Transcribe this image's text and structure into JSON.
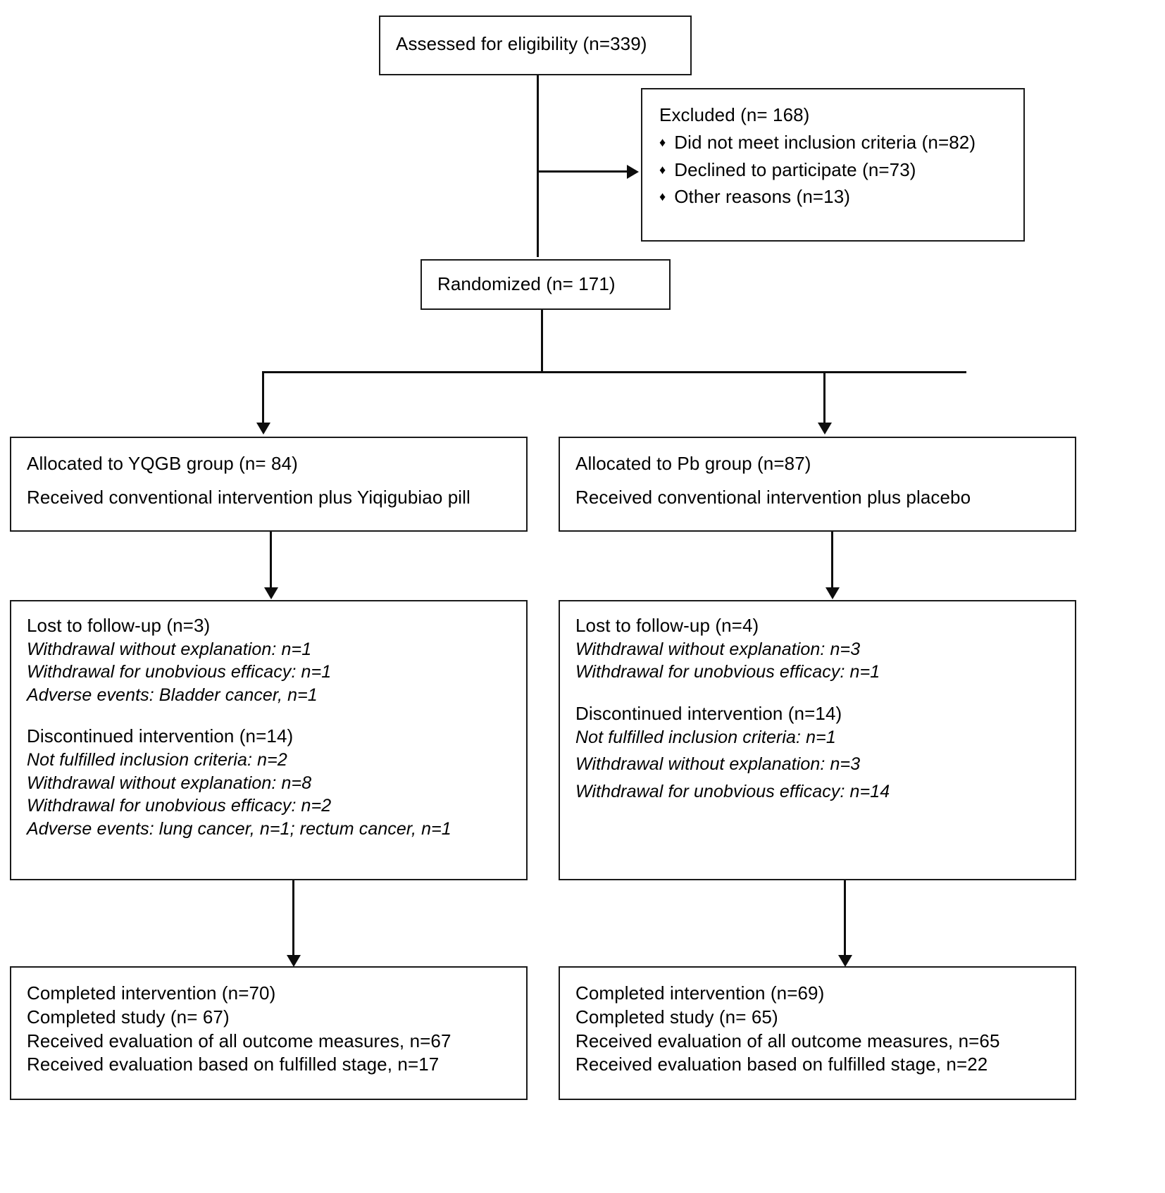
{
  "diagram": {
    "type": "consort-flow-diagram",
    "title": "CONSORT participant flow",
    "line_color": "#0d0d0d",
    "box_border_color": "#1a1a1a",
    "background": "#ffffff"
  },
  "enrollment": {
    "assessed": {
      "label": "Assessed for eligibility (n=339)",
      "n": 339
    },
    "excluded": {
      "heading": "Excluded  (n= 168)",
      "n": 168,
      "bullet_glyph": "♦",
      "reasons": [
        {
          "label": "Did not meet inclusion criteria (n=82)",
          "n": 82
        },
        {
          "label": "Declined to participate (n=73)",
          "n": 73
        },
        {
          "label": "Other reasons (n=13)",
          "n": 13
        }
      ]
    },
    "randomized": {
      "label": "Randomized (n= 171)",
      "n": 171
    }
  },
  "arms": {
    "left": {
      "allocation": {
        "lines": [
          "Allocated to YQGB group (n= 84)",
          "Received conventional intervention plus Yiqigubiao pill"
        ],
        "n": 84
      },
      "followup": {
        "lost_heading": "Lost to follow-up (n=3)",
        "lost_n": 3,
        "lost_items": [
          "Withdrawal without explanation: n=1",
          "Withdrawal for unobvious efficacy: n=1",
          "Adverse events: Bladder cancer, n=1"
        ],
        "disc_heading": "Discontinued intervention (n=14)",
        "disc_n": 14,
        "disc_items": [
          "Not fulfilled inclusion criteria: n=2",
          "Withdrawal without explanation: n=8",
          "Withdrawal for unobvious efficacy: n=2",
          "Adverse events: lung cancer, n=1; rectum cancer, n=1"
        ]
      },
      "completed": {
        "lines": [
          "Completed intervention (n=70)",
          "Completed study (n= 67)",
          "Received evaluation of all outcome measures, n=67",
          "Received evaluation based on fulfilled stage, n=17"
        ],
        "completed_intervention_n": 70,
        "completed_study_n": 67,
        "evaluated_all_n": 67,
        "evaluated_stage_n": 17
      }
    },
    "right": {
      "allocation": {
        "lines": [
          "Allocated to Pb group  (n=87)",
          "Received conventional intervention plus placebo"
        ],
        "n": 87
      },
      "followup": {
        "lost_heading": "Lost to follow-up (n=4)",
        "lost_n": 4,
        "lost_items": [
          "Withdrawal without explanation: n=3",
          "Withdrawal for unobvious efficacy: n=1"
        ],
        "disc_heading": "Discontinued intervention (n=14)",
        "disc_n": 14,
        "disc_items": [
          "Not fulfilled inclusion criteria: n=1",
          "Withdrawal without explanation:  n=3",
          "Withdrawal for unobvious efficacy:  n=14"
        ]
      },
      "completed": {
        "lines": [
          "Completed intervention (n=69)",
          "Completed study (n= 65)",
          "Received evaluation of all outcome measures, n=65",
          "Received evaluation based on fulfilled stage, n=22"
        ],
        "completed_intervention_n": 69,
        "completed_study_n": 65,
        "evaluated_all_n": 65,
        "evaluated_stage_n": 22
      }
    }
  }
}
